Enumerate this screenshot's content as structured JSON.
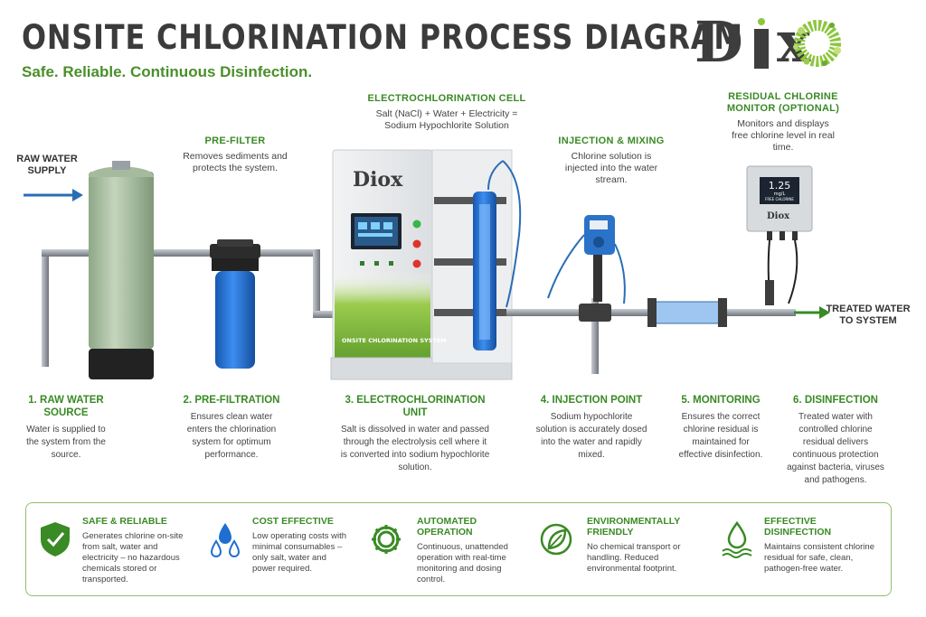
{
  "title": "ONSITE CHLORINATION PROCESS DIAGRAM",
  "subtitle": "Safe. Reliable. Continuous Disinfection.",
  "brand": "Diox",
  "cabinet_label": "ONSITE CHLORINATION SYSTEM",
  "monitor_display": {
    "value": "1.25",
    "unit": "mg/L",
    "caption": "FREE CHLORINE"
  },
  "labels": {
    "raw_water": "RAW WATER SUPPLY",
    "treated_water": "TREATED WATER TO SYSTEM",
    "prefilter": {
      "heading": "PRE-FILTER",
      "text": "Removes sediments and protects the system."
    },
    "cell": {
      "heading": "ELECTROCHLORINATION CELL",
      "text": "Salt (NaCl) + Water + Electricity = Sodium Hypochlorite Solution"
    },
    "injection": {
      "heading": "INJECTION & MIXING",
      "text": "Chlorine solution is injected into the water stream."
    },
    "monitor": {
      "heading": "RESIDUAL CHLORINE MONITOR (OPTIONAL)",
      "text": "Monitors and displays free chlorine level in real time."
    }
  },
  "steps": [
    {
      "heading": "1. RAW WATER SOURCE",
      "text": "Water is supplied to the system from the source."
    },
    {
      "heading": "2. PRE-FILTRATION",
      "text": "Ensures clean water enters the chlorination system for optimum performance."
    },
    {
      "heading": "3. ELECTROCHLORINATION UNIT",
      "text": "Salt is dissolved in water and passed through the electrolysis cell where it is converted into sodium hypochlorite solution."
    },
    {
      "heading": "4. INJECTION POINT",
      "text": "Sodium hypochlorite solution is accurately dosed into the water and rapidly mixed."
    },
    {
      "heading": "5. MONITORING",
      "text": "Ensures the correct chlorine residual is maintained for effective disinfection."
    },
    {
      "heading": "6. DISINFECTION",
      "text": "Treated water with controlled chlorine residual delivers continuous protection against bacteria, viruses and pathogens."
    }
  ],
  "benefits": [
    {
      "icon": "shield-check-icon",
      "heading": "SAFE & RELIABLE",
      "text": "Generates chlorine on-site from salt, water and electricity – no hazardous chemicals stored or transported."
    },
    {
      "icon": "water-drops-icon",
      "heading": "COST EFFECTIVE",
      "text": "Low operating costs with minimal consumables – only salt, water and power required."
    },
    {
      "icon": "gear-icon",
      "heading": "AUTOMATED OPERATION",
      "text": "Continuous, unattended operation with real-time monitoring and dosing control."
    },
    {
      "icon": "leaf-icon",
      "heading": "ENVIRONMENTALLY FRIENDLY",
      "text": "No chemical transport or handling. Reduced environmental footprint."
    },
    {
      "icon": "drop-waves-icon",
      "heading": "EFFECTIVE DISINFECTION",
      "text": "Maintains consistent chlorine residual for safe, clean, pathogen-free water."
    }
  ],
  "colors": {
    "accent_green": "#3a8a25",
    "pipe_gray": "#9aa0a6",
    "filter_blue": "#1f6fd1",
    "tank_green": "#a9bfa0",
    "arrow_blue": "#2a6db5"
  }
}
